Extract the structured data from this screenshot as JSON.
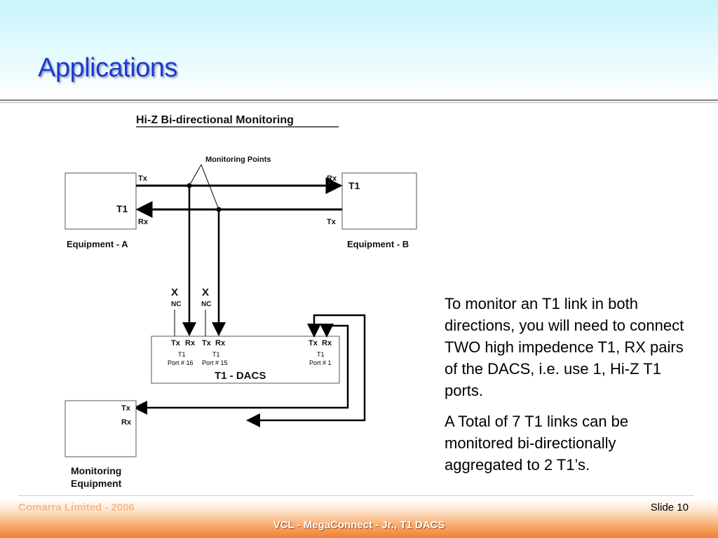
{
  "slide": {
    "title": "Applications",
    "slide_number": "Slide 10"
  },
  "diagram": {
    "title": "Hi-Z  Bi-directional Monitoring",
    "monitoring_points": "Monitoring Points",
    "equipment_a": {
      "name": "T1",
      "label": "Equipment - A",
      "tx": "Tx",
      "rx": "Rx"
    },
    "equipment_b": {
      "name": "T1",
      "label": "Equipment - B",
      "tx": "Tx",
      "rx": "Rx"
    },
    "nc_markers": [
      {
        "x": "X",
        "nc": "NC"
      },
      {
        "x": "X",
        "nc": "NC"
      }
    ],
    "dacs": {
      "name": "T1 - DACS",
      "ports": [
        {
          "tx": "Tx",
          "rx": "Rx",
          "t1": "T1",
          "port": "Port # 16"
        },
        {
          "tx": "Tx",
          "rx": "Rx",
          "t1": "T1",
          "port": "Port # 15"
        },
        {
          "tx": "Tx",
          "rx": "Rx",
          "t1": "T1",
          "port": "Port # 1"
        }
      ]
    },
    "monitoring_equipment": {
      "label_line1": "Monitoring",
      "label_line2": "Equipment",
      "tx": "Tx",
      "rx": "Rx"
    }
  },
  "body": {
    "paragraph1": "To monitor an T1 link in both directions, you will need to connect TWO high impedence T1, RX pairs of the DACS, i.e. use 1, Hi-Z T1 ports.",
    "paragraph2": "A Total of 7 T1 links can be monitored bi-directionally aggregated to 2 T1’s."
  },
  "footer": {
    "company": "Comarra Limited - 2006",
    "product": "VCL - MegaConnect - Jr., T1 DACS"
  },
  "colors": {
    "title": "#1a3bd6",
    "footer_orange": "#f07f32",
    "header_cyan": "#c8f4fb"
  }
}
